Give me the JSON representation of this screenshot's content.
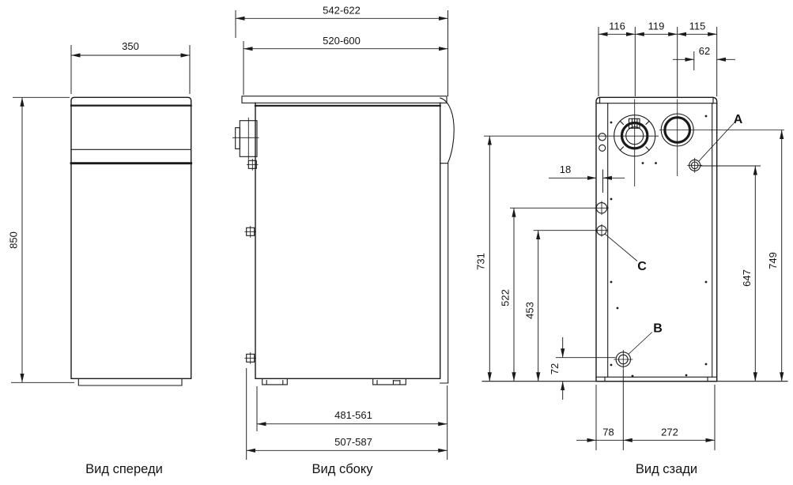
{
  "views": {
    "front": {
      "label": "Вид спереди",
      "dims": {
        "width": "350",
        "height": "850"
      }
    },
    "side": {
      "label": "Вид сбоку",
      "dims": {
        "overall_width": "542-622",
        "top_width": "520-600",
        "feet_width": "481-561",
        "base_width": "507-587"
      }
    },
    "rear": {
      "label": "Вид сзади",
      "dims": {
        "top_left": "116",
        "top_center": "119",
        "top_right": "115",
        "a_offset": "62",
        "pipe_offset": "18",
        "flue_height": "731",
        "c2_height": "522",
        "c_height": "453",
        "b_height": "72",
        "a_height": "647",
        "right_height": "749",
        "bottom_left": "78",
        "bottom_center": "272"
      },
      "points": {
        "a": "A",
        "b": "B",
        "c": "C"
      }
    },
    "colors": {
      "line": "#1a1a1a",
      "background": "#ffffff"
    }
  }
}
